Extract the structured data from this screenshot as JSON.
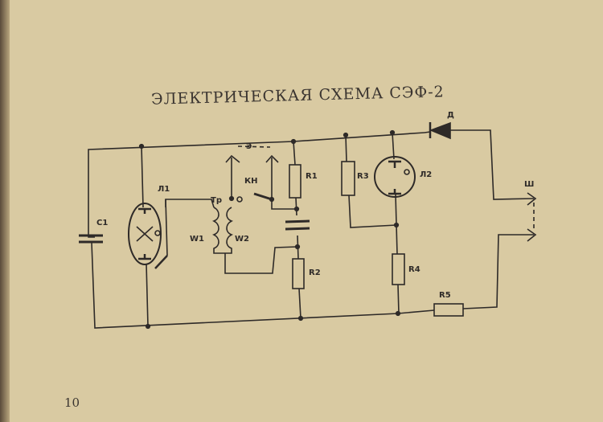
{
  "title": "ЭЛЕКТРИЧЕСКАЯ СХЕМА СЭФ-2",
  "page_number": "10",
  "labels": {
    "c1": "C1",
    "l1": "Л1",
    "tr": "Тр",
    "w1": "W1",
    "w2": "W2",
    "e": "Э",
    "kn": "КН",
    "r1": "R1",
    "r2": "R2",
    "r3": "R3",
    "l2": "Л2",
    "r4": "R4",
    "r5": "R5",
    "d": "Д",
    "sh": "Ш"
  }
}
